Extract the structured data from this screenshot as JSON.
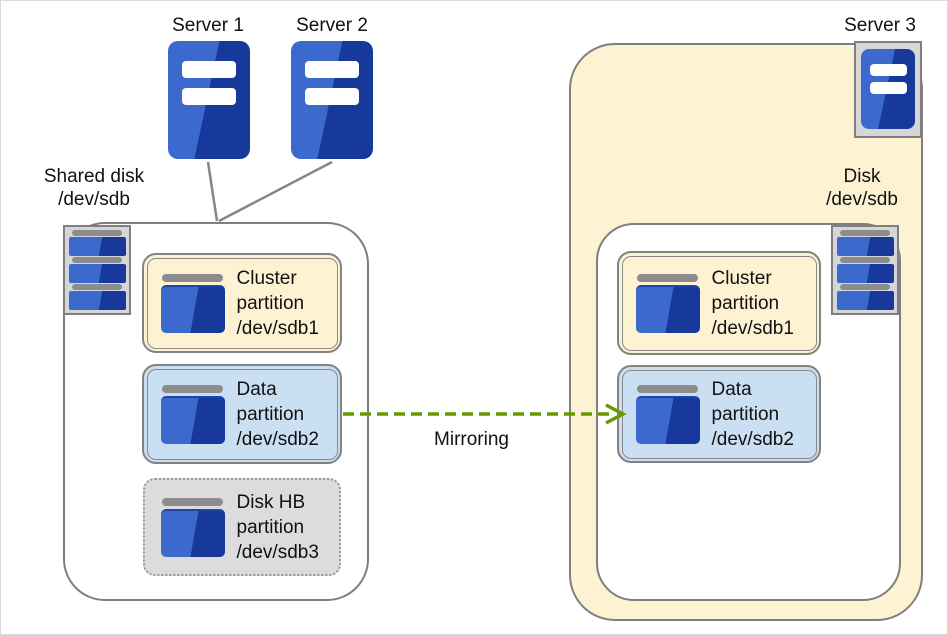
{
  "colors": {
    "server_blue_light": "#3b69cd",
    "server_blue_dark": "#17399c",
    "cream": "#fdf2d2",
    "light_blue": "#cbdff2",
    "gray_fill": "#dcdcdc",
    "border_gray": "#7f7f7f",
    "arrow_green": "#669900"
  },
  "servers": {
    "server1": "Server 1",
    "server2": "Server 2",
    "server3": "Server 3"
  },
  "left": {
    "disk_label": [
      "Shared disk",
      "/dev/sdb"
    ],
    "partitions": [
      {
        "lines": [
          "Cluster",
          "partition",
          "/dev/sdb1"
        ]
      },
      {
        "lines": [
          "Data",
          "partition",
          "/dev/sdb2"
        ]
      },
      {
        "lines": [
          "Disk HB",
          "partition",
          "/dev/sdb3"
        ]
      }
    ]
  },
  "right": {
    "disk_label": [
      "Disk",
      "/dev/sdb"
    ],
    "partitions": [
      {
        "lines": [
          "Cluster",
          "partition",
          "/dev/sdb1"
        ]
      },
      {
        "lines": [
          "Data",
          "partition",
          "/dev/sdb2"
        ]
      }
    ]
  },
  "arrow": {
    "label": "Mirroring"
  }
}
